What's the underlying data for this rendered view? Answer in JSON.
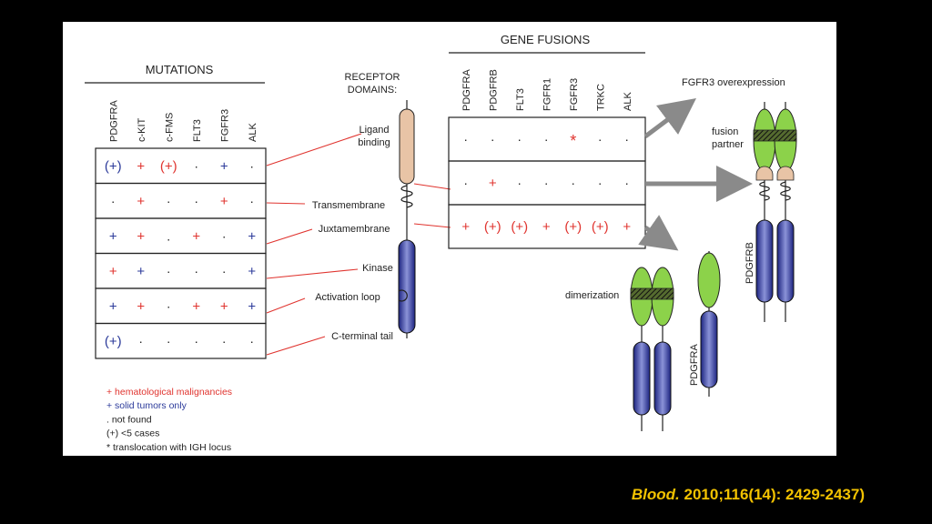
{
  "mutations": {
    "title": "MUTATIONS",
    "columns": [
      "PDGFRA",
      "c-KIT",
      "c-FMS",
      "FLT3",
      "FGFR3",
      "ALK"
    ],
    "rows": [
      [
        {
          "s": "(+)",
          "c": "blue"
        },
        {
          "s": "+",
          "c": "red"
        },
        {
          "s": "(+)",
          "c": "red"
        },
        {
          "s": "·",
          "c": "black"
        },
        {
          "s": "+",
          "c": "blue"
        },
        {
          "s": "·",
          "c": "black"
        }
      ],
      [
        {
          "s": "·",
          "c": "black"
        },
        {
          "s": "+",
          "c": "red"
        },
        {
          "s": "·",
          "c": "black"
        },
        {
          "s": "·",
          "c": "black"
        },
        {
          "s": "+",
          "c": "red"
        },
        {
          "s": "·",
          "c": "black"
        }
      ],
      [
        {
          "s": "+",
          "c": "blue"
        },
        {
          "s": "+",
          "c": "red"
        },
        {
          "s": ".",
          "c": "black"
        },
        {
          "s": "+",
          "c": "red"
        },
        {
          "s": "·",
          "c": "black"
        },
        {
          "s": "+",
          "c": "blue"
        }
      ],
      [
        {
          "s": "+",
          "c": "red"
        },
        {
          "s": "+",
          "c": "blue"
        },
        {
          "s": "·",
          "c": "black"
        },
        {
          "s": "·",
          "c": "black"
        },
        {
          "s": "·",
          "c": "black"
        },
        {
          "s": "+",
          "c": "blue"
        }
      ],
      [
        {
          "s": "+",
          "c": "blue"
        },
        {
          "s": "+",
          "c": "red"
        },
        {
          "s": "·",
          "c": "black"
        },
        {
          "s": "+",
          "c": "red"
        },
        {
          "s": "+",
          "c": "red"
        },
        {
          "s": "+",
          "c": "blue"
        }
      ],
      [
        {
          "s": "(+)",
          "c": "blue"
        },
        {
          "s": "·",
          "c": "black"
        },
        {
          "s": "·",
          "c": "black"
        },
        {
          "s": "·",
          "c": "black"
        },
        {
          "s": "·",
          "c": "black"
        },
        {
          "s": "·",
          "c": "black"
        }
      ]
    ]
  },
  "legend": [
    {
      "text": "+ hematological malignancies",
      "color": "red"
    },
    {
      "text": "+ solid tumors only",
      "color": "blue"
    },
    {
      "text": ". not found",
      "color": "black"
    },
    {
      "text": "(+) <5 cases",
      "color": "black"
    },
    {
      "text": "* translocation with IGH locus",
      "color": "black"
    }
  ],
  "receptor": {
    "title_line1": "RECEPTOR",
    "title_line2": "DOMAINS:",
    "domains": [
      "Ligand binding",
      "Transmembrane",
      "Juxtamembrane",
      "Kinase",
      "Activation loop",
      "C-terminal tail"
    ],
    "ligand_line1": "Ligand",
    "ligand_line2": "binding"
  },
  "fusions": {
    "title": "GENE FUSIONS",
    "columns": [
      "PDGFRA",
      "PDGFRB",
      "FLT3",
      "FGFR1",
      "FGFR3",
      "TRKC",
      "ALK"
    ],
    "rows": [
      [
        {
          "s": "·",
          "c": "black"
        },
        {
          "s": "·",
          "c": "black"
        },
        {
          "s": "·",
          "c": "black"
        },
        {
          "s": "·",
          "c": "black"
        },
        {
          "s": "*",
          "c": "red"
        },
        {
          "s": "·",
          "c": "black"
        },
        {
          "s": "·",
          "c": "black"
        }
      ],
      [
        {
          "s": "·",
          "c": "black"
        },
        {
          "s": "+",
          "c": "red"
        },
        {
          "s": "·",
          "c": "black"
        },
        {
          "s": "·",
          "c": "black"
        },
        {
          "s": "·",
          "c": "black"
        },
        {
          "s": "·",
          "c": "black"
        },
        {
          "s": "·",
          "c": "black"
        }
      ],
      [
        {
          "s": "+",
          "c": "red"
        },
        {
          "s": "(+)",
          "c": "red"
        },
        {
          "s": "(+)",
          "c": "red"
        },
        {
          "s": "+",
          "c": "red"
        },
        {
          "s": "(+)",
          "c": "red"
        },
        {
          "s": "(+)",
          "c": "red"
        },
        {
          "s": "+",
          "c": "red"
        }
      ]
    ]
  },
  "mechanisms": {
    "overexpression": "FGFR3 overexpression",
    "fusion_partner_line1": "fusion",
    "fusion_partner_line2": "partner",
    "dimerization": "dimerization",
    "pdgfrb": "PDGFRB",
    "pdgfra": "PDGFRA"
  },
  "colors": {
    "red": "#e0342f",
    "blue": "#2b3a9a",
    "black": "#222222",
    "ligand": "#e8c4a6",
    "kinase": "#27318f",
    "green": "#8cd24a",
    "arrow": "#8a8a8a",
    "citation": "#f2c200"
  },
  "citation": {
    "journal": "Blood.",
    "rest": " 2010;116(14): 2429-2437)"
  }
}
